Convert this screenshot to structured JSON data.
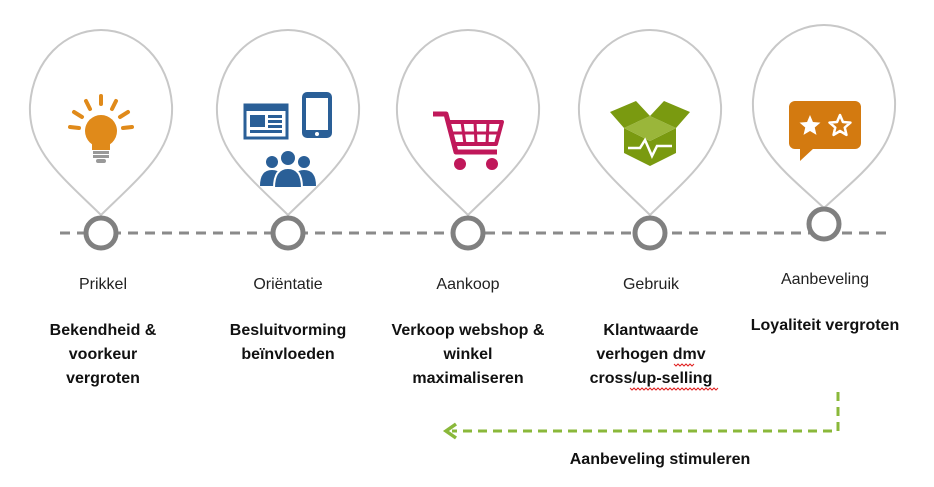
{
  "colors": {
    "pin_outline": "#c8c8c8",
    "timeline": "#8a8a8a",
    "node_ring": "#808080",
    "bulb": "#e08a1a",
    "news": "#2a5f97",
    "cart": "#c0185a",
    "box": "#7a9a10",
    "review": "#d37a10",
    "feedback_arrow": "#8ab83a"
  },
  "stages": [
    {
      "name": "Prikkel",
      "description": [
        "Bekendheid &",
        "voorkeur",
        "vergroten"
      ],
      "icon": "lightbulb-icon"
    },
    {
      "name": "Oriëntatie",
      "description": [
        "Besluitvorming",
        "beïnvloeden"
      ],
      "icon": "news-devices-people-icon"
    },
    {
      "name": "Aankoop",
      "description": [
        "Verkoop webshop &",
        "winkel",
        "maximaliseren"
      ],
      "icon": "shopping-cart-icon"
    },
    {
      "name": "Gebruik",
      "description": [
        "Klantwaarde",
        "verhogen dmv",
        "cross/up-selling"
      ],
      "icon": "open-box-icon"
    },
    {
      "name": "Aanbeveling",
      "description": [
        "Loyaliteit vergroten"
      ],
      "icon": "star-rating-bubble-icon"
    }
  ],
  "feedback": {
    "label": "Aanbeveling stimuleren"
  }
}
